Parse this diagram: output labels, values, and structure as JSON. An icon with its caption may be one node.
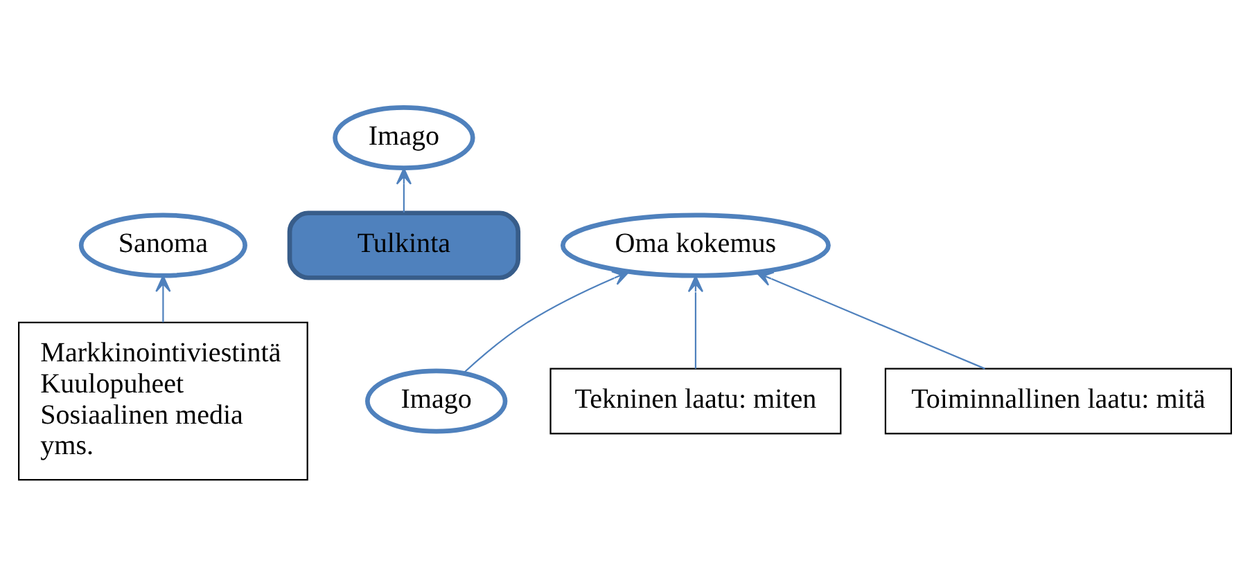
{
  "diagram": {
    "nodes": [
      {
        "text": [
          "Imago"
        ]
      },
      {
        "text": [
          "Sanoma"
        ]
      },
      {
        "text": [
          "Tulkinta"
        ]
      },
      {
        "text": [
          "Oma kokemus"
        ]
      },
      {
        "text": [
          "Markkinointiviestintä",
          "Kuulopuheet",
          "Sosiaalinen media",
          "yms."
        ]
      },
      {
        "text": [
          "Imago"
        ]
      },
      {
        "text": [
          "Tekninen laatu: miten"
        ]
      },
      {
        "text": [
          "Toiminnallinen laatu: mitä"
        ]
      }
    ],
    "edges": [
      {
        "from": 4,
        "to": 1,
        "arrow": "to"
      },
      {
        "from": 2,
        "to": 0,
        "arrow": "to"
      },
      {
        "from": 5,
        "to": 3,
        "arrow": "to"
      },
      {
        "from": 6,
        "to": 3,
        "arrow": "to"
      },
      {
        "from": 7,
        "to": 3,
        "arrow": "to"
      }
    ]
  }
}
